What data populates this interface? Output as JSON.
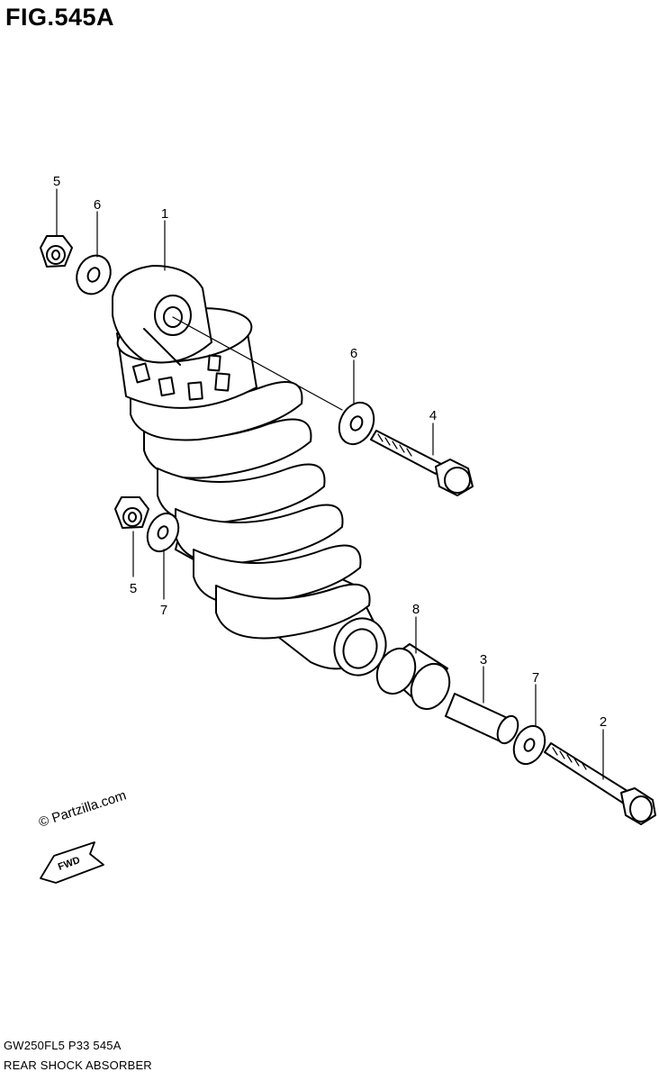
{
  "figure": {
    "title": "FIG.545A",
    "watermark": "© Partzilla.com",
    "fwd_label": "FWD",
    "model_code": "GW250FL5  P33  545A",
    "section_name": "REAR SHOCK ABSORBER"
  },
  "callouts": [
    {
      "id": "1",
      "label": "1"
    },
    {
      "id": "5a",
      "label": "5"
    },
    {
      "id": "6a",
      "label": "6"
    },
    {
      "id": "6b",
      "label": "6"
    },
    {
      "id": "4",
      "label": "4"
    },
    {
      "id": "5b",
      "label": "5"
    },
    {
      "id": "7a",
      "label": "7"
    },
    {
      "id": "8",
      "label": "8"
    },
    {
      "id": "3",
      "label": "3"
    },
    {
      "id": "7b",
      "label": "7"
    },
    {
      "id": "2",
      "label": "2"
    }
  ],
  "colors": {
    "line": "#000000",
    "background": "#ffffff"
  }
}
